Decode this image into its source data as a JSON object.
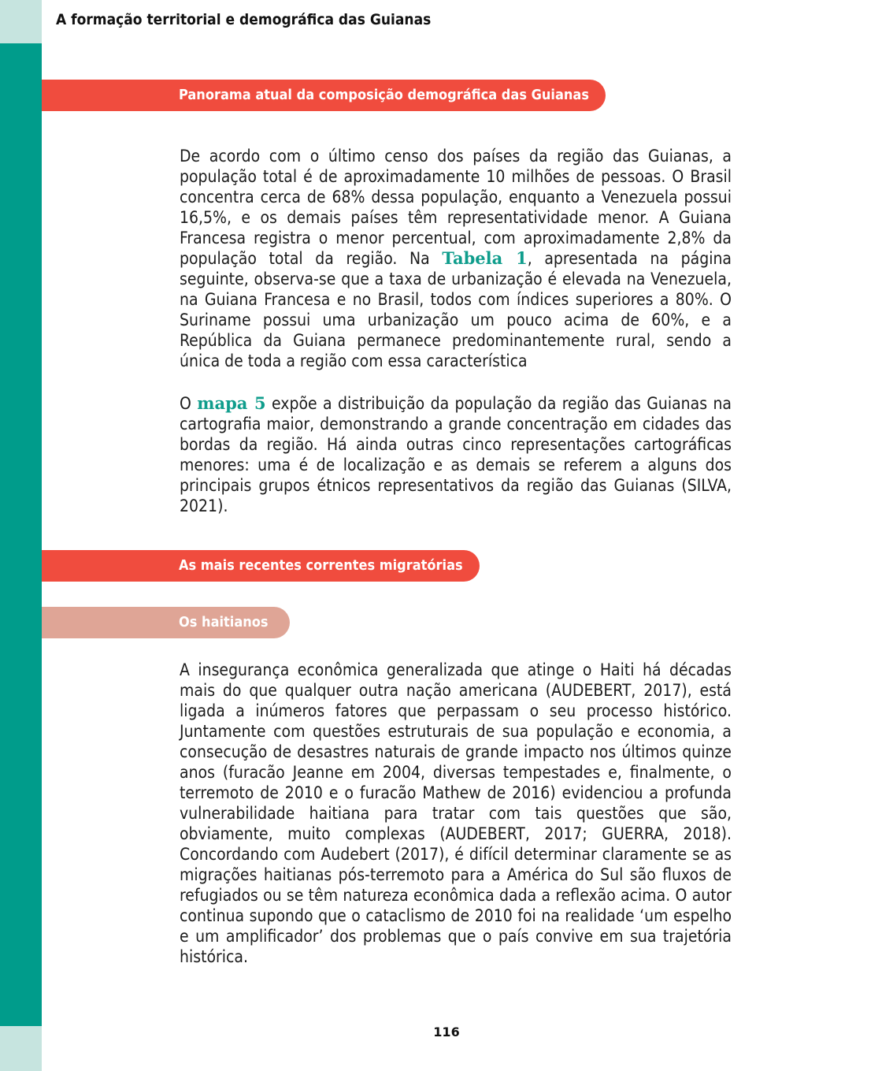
{
  "header": {
    "running_title": "A formação territorial e demográfica das Guianas"
  },
  "sections": {
    "panorama_title": "Panorama atual da composição demográfica das Guianas",
    "migration_title": "As mais recentes correntes migratórias",
    "haitians_title": "Os haitianos"
  },
  "paragraph1": {
    "before_link": "De acordo com o último censo dos países da região das Guianas, a população total é de aproximadamente 10 milhões de pessoas. O Brasil concentra cerca de 68% dessa população, enquanto a Venezuela possui 16,5%, e os demais países têm representatividade menor. A Guiana Francesa registra o menor percentual, com aproximadamente 2,8% da população total da região. Na ",
    "link": "Tabela 1",
    "after_link": ", apresentada na página seguinte, observa-se que a taxa de urbanização é elevada na Venezuela, na Guiana Francesa e no Brasil, todos com índices superiores a 80%. O Suriname possui uma urbanização um pouco acima de 60%, e a República da Guiana permanece predominantemente rural, sendo a única de toda a região com essa característica"
  },
  "paragraph2": {
    "before_link": "O ",
    "link": "mapa 5",
    "after_link": " expõe a distribuição da população da região das Guianas na cartografia maior, demonstrando a grande concentração em cidades das bordas da região. Há ainda outras cinco representações cartográficas menores: uma é de localização e as demais se referem a alguns dos principais grupos étnicos representativos da região das Guianas (SILVA, 2021)."
  },
  "paragraph3": {
    "text": "A insegurança econômica generalizada que atinge o Haiti há décadas mais do que qualquer outra nação americana (AUDEBERT, 2017), está ligada a inúmeros fatores que perpassam o seu processo histórico. Juntamente com questões estruturais de sua população e economia, a consecução de desastres naturais de grande impacto nos últimos quinze anos (furacão Jeanne em 2004, diversas tempestades e, finalmente, o terremoto de 2010 e o furacão Mathew de 2016) evidenciou a profunda vulnerabilidade haitiana para tratar com tais questões que são, obviamente, muito complexas (AUDEBERT, 2017; GUERRA, 2018). Concordando com Audebert (2017), é difícil determinar claramente se as migrações haitianas pós-terremoto para a América do Sul são fluxos de refugiados ou se têm natureza econômica dada a reflexão acima. O autor continua supondo que o cataclismo de 2010 foi na realidade ‘um espelho e um amplificador’ dos problemas que o país convive em sua trajetória histórica."
  },
  "footer": {
    "page_number": "116"
  },
  "colors": {
    "teal_sidebar": "#009c8b",
    "light_teal": "#c6e4df",
    "red_banner": "#f04c3e",
    "salmon_banner": "#dfa596",
    "link_teal": "#0f9d8c"
  }
}
